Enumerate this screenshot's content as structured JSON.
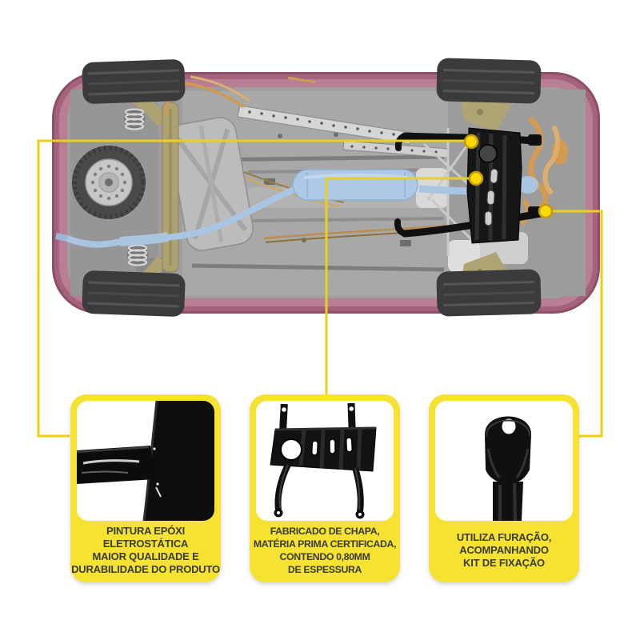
{
  "illustration": "car-underbody-bottom-view-with-skid-plate",
  "colors": {
    "accent_yellow": "#f5e231",
    "callout_line_yellow": "#eccf1e",
    "marker_fill": "#ffd903",
    "marker_ring": "#c19a10",
    "card_text": "#3b3b3b",
    "car_body_mauve": "#a4627c",
    "exhaust_blue": "#a9c5e2",
    "suspension_olive": "#b0a474",
    "pipes_orange": "#d29a52",
    "product_black": "#141414"
  },
  "callouts": {
    "marker_count": 3
  },
  "cards": [
    {
      "id": "epoxy-paint",
      "lines": [
        "PINTURA EPÓXI",
        "ELETROSTÁTICA",
        "MAIOR QUALIDADE E",
        "DURABILIDADE DO PRODUTO"
      ]
    },
    {
      "id": "certified-sheet",
      "lines": [
        "FABRICADO DE CHAPA,",
        "MATÉRIA PRIMA CERTIFICADA,",
        "CONTENDO 0,80MM",
        "DE ESPESSURA"
      ]
    },
    {
      "id": "fixing-kit",
      "lines": [
        "UTILIZA FURAÇÃO,",
        "ACOMPANHANDO",
        "KIT DE FIXAÇÃO"
      ]
    }
  ]
}
